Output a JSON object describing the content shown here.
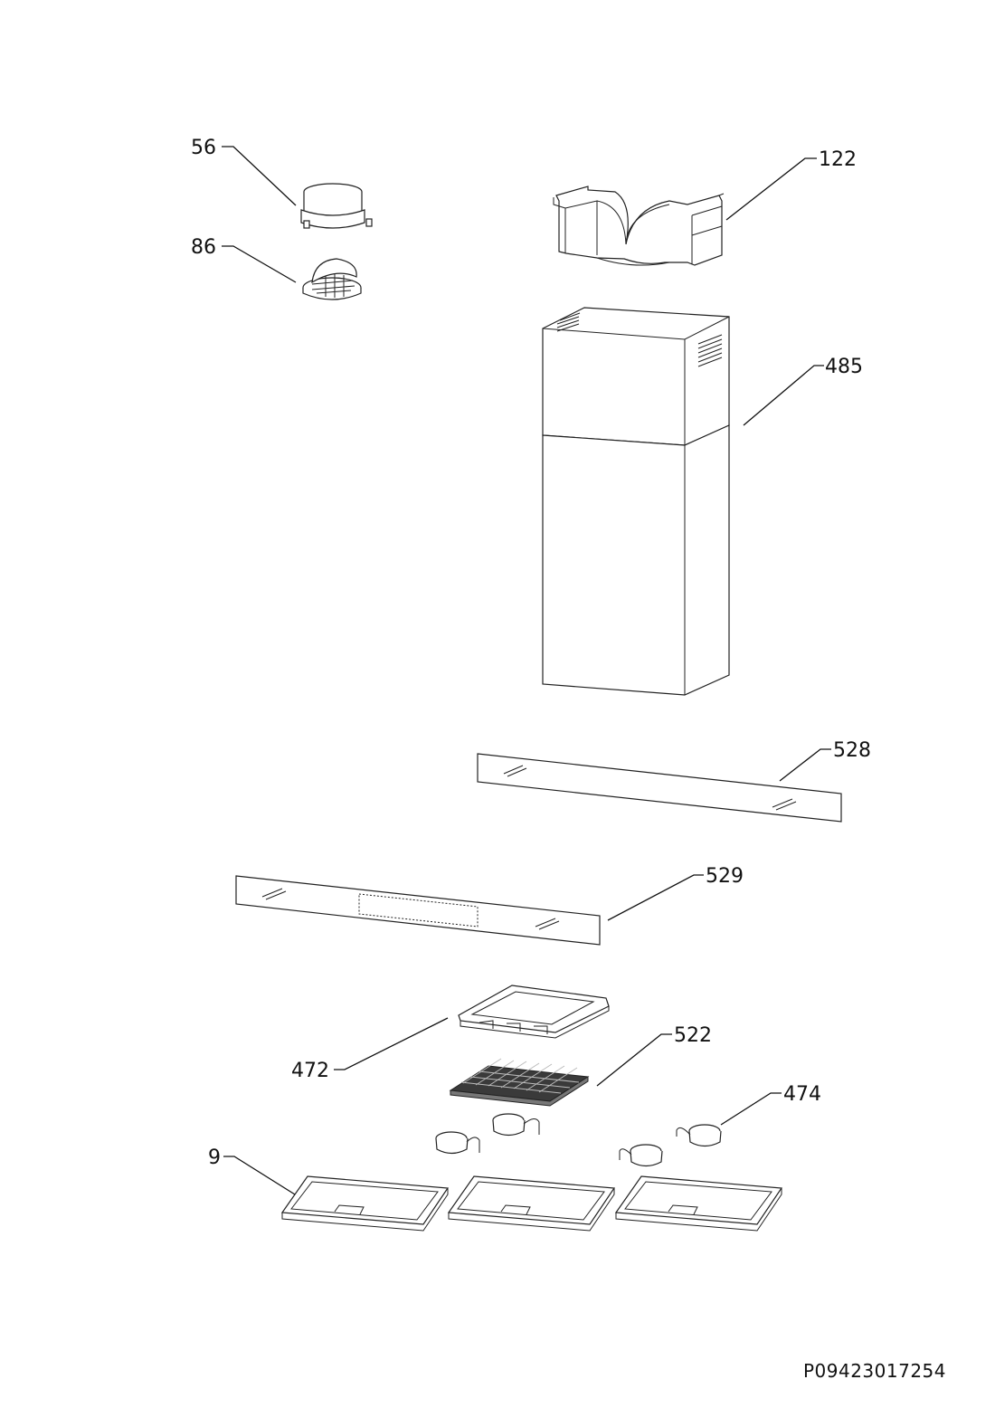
{
  "parts": {
    "p56": "56",
    "p86": "86",
    "p122": "122",
    "p485": "485",
    "p528": "528",
    "p529": "529",
    "p472": "472",
    "p522": "522",
    "p474": "474",
    "p9": "9"
  },
  "document_code": "P09423017254"
}
